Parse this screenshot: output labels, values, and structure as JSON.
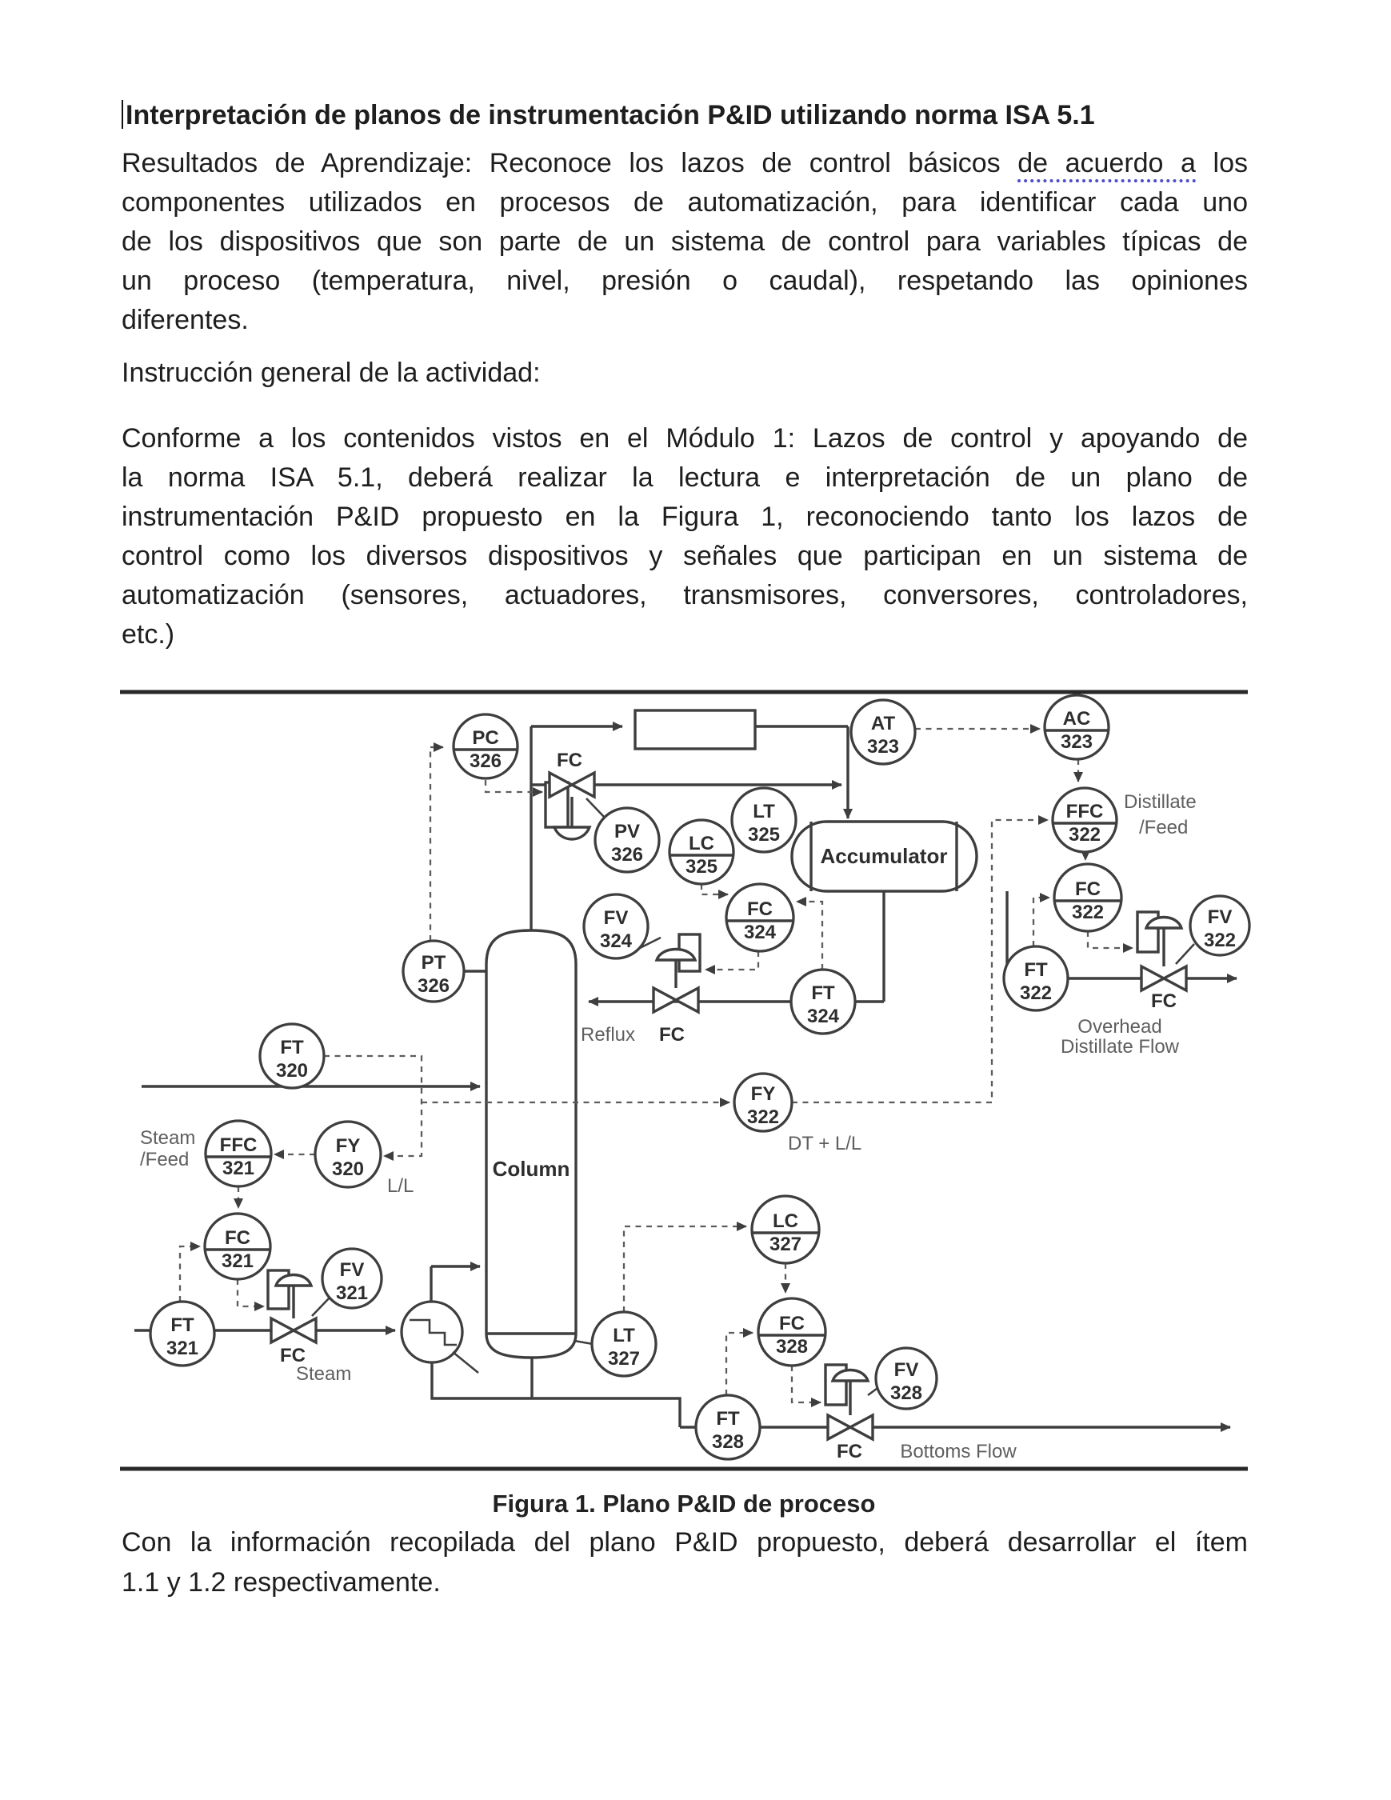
{
  "title": "Interpretación de planos de instrumentación P&ID utilizando norma ISA 5.1",
  "para1": {
    "line1_pre": "Resultados de Aprendizaje: Reconoce los lazos de control básicos ",
    "line1_marked": "de acuerdo a",
    "line1_post": " los",
    "rest_lines": [
      "componentes utilizados en procesos de automatización, para identificar cada uno",
      "de los dispositivos que son parte de un sistema de control para variables típicas de",
      "un proceso (temperatura, nivel, presión o caudal), respetando las opiniones",
      "diferentes."
    ]
  },
  "instruction_heading": "Instrucción general de la actividad:",
  "para2": {
    "lines": [
      "Conforme a los contenidos vistos en el Módulo 1: Lazos de control y apoyando de",
      "la norma ISA 5.1, deberá realizar la lectura e interpretación de un plano de",
      "instrumentación P&ID propuesto en la Figura 1, reconociendo tanto los lazos de",
      "control como los diversos dispositivos y señales que participan en un sistema de",
      "automatización (sensores, actuadores, transmisores, conversores, controladores,",
      "etc.)"
    ]
  },
  "figure": {
    "caption": "Figura 1. Plano P&ID de proceso",
    "equipment": {
      "column": "Column",
      "accumulator": "Accumulator"
    },
    "flow_labels": {
      "reflux": "Reflux",
      "steam": "Steam",
      "steam_feed_line1": "Steam",
      "steam_feed_line2": "/Feed",
      "lead_lag": "L/L",
      "dt_ll": "DT + L/L",
      "overhead_line1": "Overhead",
      "overhead_line2": "Distillate Flow",
      "bottoms": "Bottoms Flow",
      "distillate_line1": "Distillate",
      "distillate_line2": "/Feed"
    },
    "valve_labels": {
      "v1": "FC",
      "v2": "FC",
      "v3": "FC",
      "v4": "FC",
      "v5": "FC"
    },
    "instruments": [
      {
        "letters": "PC",
        "number": "326"
      },
      {
        "letters": "PV",
        "number": "326"
      },
      {
        "letters": "LT",
        "number": "325"
      },
      {
        "letters": "LC",
        "number": "325"
      },
      {
        "letters": "AT",
        "number": "323"
      },
      {
        "letters": "AC",
        "number": "323"
      },
      {
        "letters": "FFC",
        "number": "322"
      },
      {
        "letters": "FC",
        "number": "322"
      },
      {
        "letters": "FT",
        "number": "322"
      },
      {
        "letters": "FV",
        "number": "322"
      },
      {
        "letters": "FV",
        "number": "324"
      },
      {
        "letters": "FC",
        "number": "324"
      },
      {
        "letters": "FT",
        "number": "324"
      },
      {
        "letters": "FY",
        "number": "322"
      },
      {
        "letters": "PT",
        "number": "326"
      },
      {
        "letters": "FT",
        "number": "320"
      },
      {
        "letters": "FFC",
        "number": "321"
      },
      {
        "letters": "FY",
        "number": "320"
      },
      {
        "letters": "FC",
        "number": "321"
      },
      {
        "letters": "FV",
        "number": "321"
      },
      {
        "letters": "FT",
        "number": "321"
      },
      {
        "letters": "LT",
        "number": "327"
      },
      {
        "letters": "LC",
        "number": "327"
      },
      {
        "letters": "FC",
        "number": "328"
      },
      {
        "letters": "FT",
        "number": "328"
      },
      {
        "letters": "FV",
        "number": "328"
      }
    ]
  },
  "para3": {
    "lines": [
      "Con la información recopilada del plano P&ID propuesto, deberá desarrollar el ítem",
      "1.1 y 1.2 respectivamente."
    ]
  }
}
